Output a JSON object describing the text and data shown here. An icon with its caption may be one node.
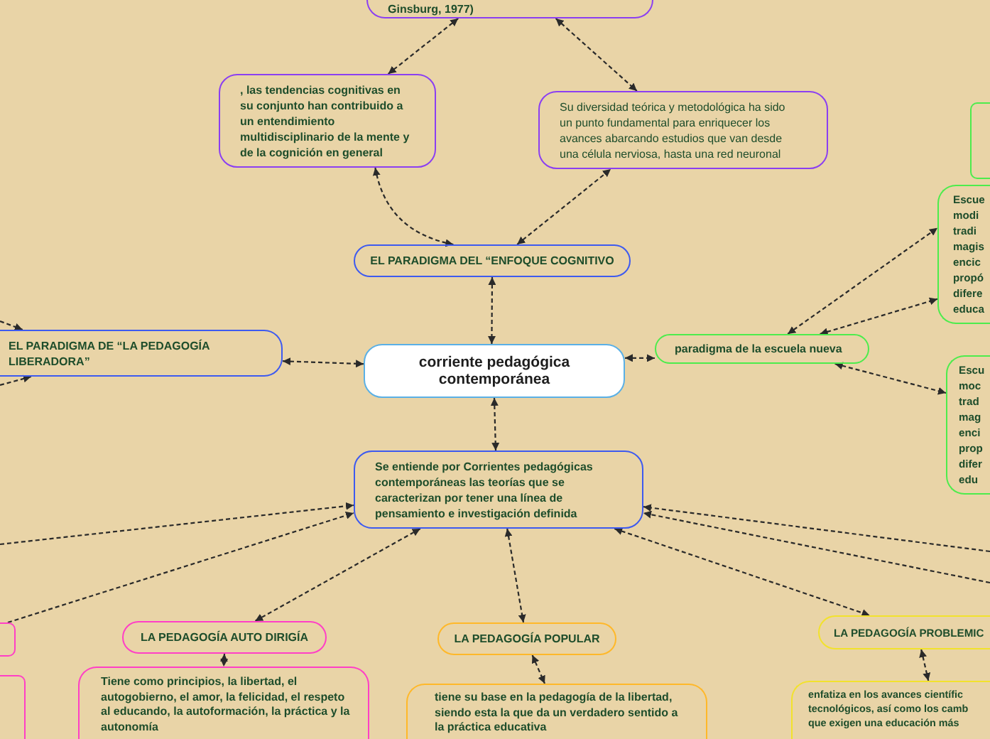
{
  "diagram": {
    "nodes": [
      {
        "text": [
          "Ginsburg, 1977)"
        ]
      },
      {
        "text": [
          ", las tendencias cognitivas en su conjunto han contribuido a un entendimiento multidisciplinario de la mente y de la cognición en general"
        ]
      },
      {
        "text": [
          "Su diversidad teórica y metodológica ha sido un punto fundamental para enriquecer los avances abarcando estudios que van desde una célula nerviosa, hasta una red neuronal"
        ]
      },
      {
        "text": [],
        "shape": "box"
      },
      {
        "text": [
          "Escue modi tradi magis encic propó difere educa"
        ]
      },
      {
        "text": [
          "EL PARADIGMA DEL “ENFOQUE COGNITIVO"
        ]
      },
      {
        "text": [
          "EL PARADIGMA DE “LA PEDAGOGÍA LIBERADORA”"
        ]
      },
      {
        "text": [
          "corriente pedagógica contemporánea"
        ]
      },
      {
        "text": [
          "paradigma de la escuela nueva"
        ]
      },
      {
        "text": [
          "Escu moc trad mag enci prop difer edu"
        ]
      },
      {
        "text": [
          "Se entiende por Corrientes pedagógicas contemporáneas las teorías que se caracterizan por tener una línea de pensamiento e investigación definida"
        ]
      },
      {
        "text": [],
        "shape": "box"
      },
      {
        "text": [
          "LA PEDAGOGÍA AUTO DIRIGÍA"
        ]
      },
      {
        "text": [
          "LA PEDAGOGÍA POPULAR"
        ]
      },
      {
        "text": [
          "LA PEDAGOGÍA PROBLEMIC"
        ]
      },
      {
        "text": [],
        "shape": "box"
      },
      {
        "text": [
          "Tiene como principios, la libertad, el autogobierno, el amor, la felicidad, el respeto al educando, la autoformación, la práctica y la autonomía"
        ]
      },
      {
        "text": [
          "tiene su base en la pedagogía de la libertad, siendo esta la que da un verdadero sentido a la práctica educativa"
        ]
      },
      {
        "text": [
          "enfatiza en los avances científic tecnológicos, así como los camb que exigen una educación más"
        ]
      }
    ],
    "edges": [
      {
        "from": 0,
        "to": 1,
        "arrow": "both",
        "style": "dashed"
      },
      {
        "from": 0,
        "to": 2,
        "arrow": "both",
        "style": "dashed"
      },
      {
        "from": 5,
        "to": 1,
        "arrow": "both",
        "style": "dashed"
      },
      {
        "from": 5,
        "to": 2,
        "arrow": "both",
        "style": "dashed"
      },
      {
        "from": 5,
        "to": 7,
        "arrow": "both",
        "style": "dashed"
      },
      {
        "from": 6,
        "to": 7,
        "arrow": "both",
        "style": "dashed"
      },
      {
        "from": 7,
        "to": 8,
        "arrow": "both",
        "style": "dashed"
      },
      {
        "from": 8,
        "to": 4,
        "arrow": "both",
        "style": "dashed"
      },
      {
        "from": 8,
        "to": 4,
        "arrow": "both",
        "style": "dashed"
      },
      {
        "from": 8,
        "to": 9,
        "arrow": "both",
        "style": "dashed"
      },
      {
        "from": 7,
        "to": 10,
        "arrow": "both",
        "style": "dashed"
      },
      {
        "from": 10,
        "to": 12,
        "arrow": "both",
        "style": "dashed"
      },
      {
        "from": 10,
        "to": 13,
        "arrow": "both",
        "style": "dashed"
      },
      {
        "from": 10,
        "to": 14,
        "arrow": "both",
        "style": "dashed"
      },
      {
        "from": 11,
        "to": 10,
        "arrow": "to",
        "style": "dashed"
      },
      {
        "from": null,
        "to": 10,
        "arrow": "to",
        "style": "dashed"
      },
      {
        "from": null,
        "to": 10,
        "arrow": "to",
        "style": "dashed"
      },
      {
        "from": null,
        "to": 10,
        "arrow": "to",
        "style": "dashed"
      },
      {
        "from": 12,
        "to": 16,
        "arrow": "both",
        "style": "dashed"
      },
      {
        "from": 13,
        "to": 17,
        "arrow": "both",
        "style": "dashed"
      },
      {
        "from": 14,
        "to": 18,
        "arrow": "both",
        "style": "dashed"
      },
      {
        "from": null,
        "to": 6,
        "arrow": "to",
        "style": "dashed"
      },
      {
        "from": null,
        "to": 6,
        "arrow": "to",
        "style": "dashed"
      }
    ]
  }
}
